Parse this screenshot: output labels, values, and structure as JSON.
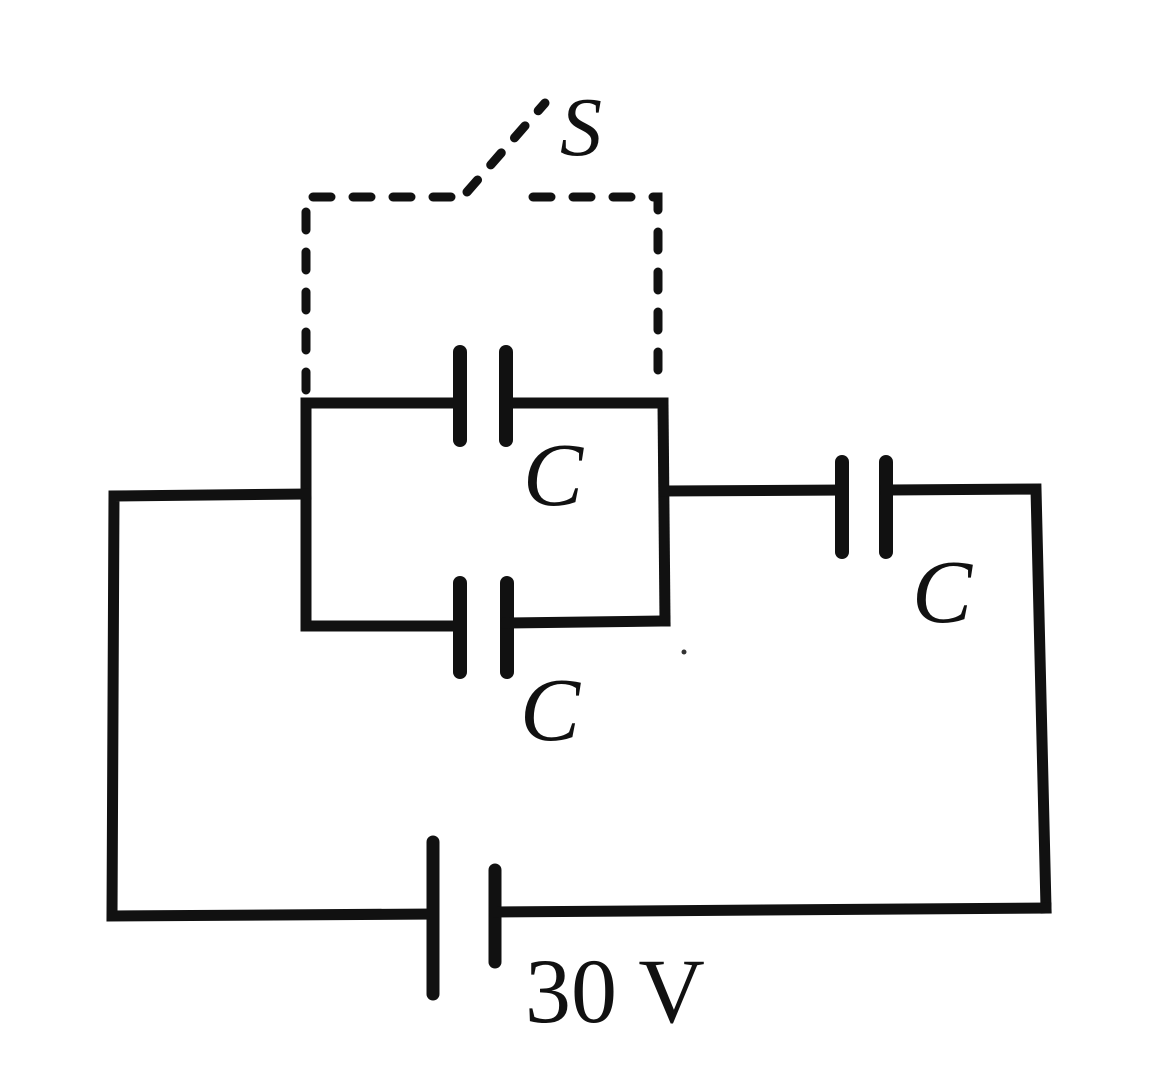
{
  "diagram": {
    "type": "circuit",
    "description": "Capacitor network with switch S across one of two parallel capacitors, in series with a third capacitor and a battery",
    "labels": {
      "switch": "S",
      "cap_top": "C",
      "cap_bottom": "C",
      "cap_series": "C",
      "battery": "30 V"
    },
    "components": [
      {
        "id": "switch",
        "kind": "switch",
        "label": "S",
        "state": "open",
        "drawn_as": "dashed"
      },
      {
        "id": "cap_top",
        "kind": "capacitor",
        "label": "C",
        "connection": "parallel"
      },
      {
        "id": "cap_bottom",
        "kind": "capacitor",
        "label": "C",
        "connection": "parallel"
      },
      {
        "id": "cap_series",
        "kind": "capacitor",
        "label": "C",
        "connection": "series"
      },
      {
        "id": "battery",
        "kind": "battery",
        "label": "30 V"
      }
    ],
    "colors": {
      "ink": "#111111",
      "background": "#ffffff"
    }
  }
}
